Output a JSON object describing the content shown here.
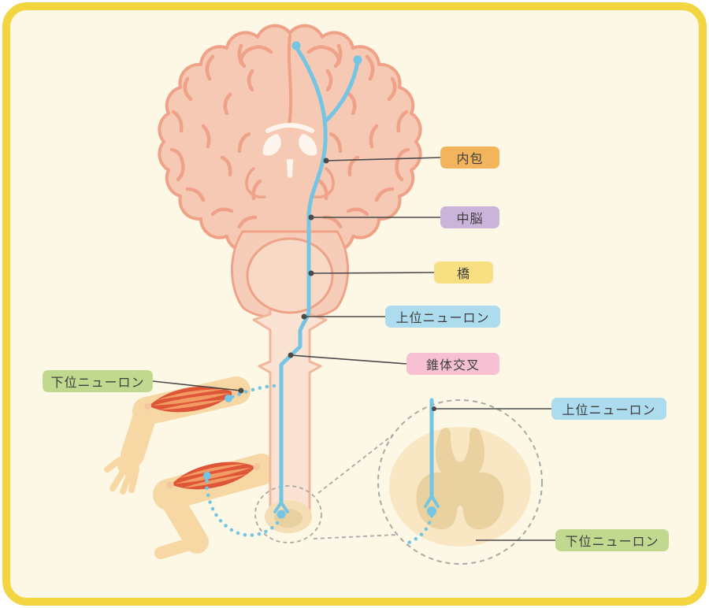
{
  "labels": {
    "internal_capsule": {
      "text": "内包",
      "color": "#F2B45C"
    },
    "midbrain": {
      "text": "中脳",
      "color": "#CBB4D9"
    },
    "pons": {
      "text": "橋",
      "color": "#F8DF82"
    },
    "upper_neuron": {
      "text": "上位ニューロン",
      "color": "#ADDCEF"
    },
    "pyramidal_decussation": {
      "text": "錐体交叉",
      "color": "#F7C0D3"
    },
    "lower_neuron": {
      "text": "下位ニューロン",
      "color": "#C0D98E"
    },
    "inset_upper_neuron": {
      "text": "上位ニューロン",
      "color": "#ADDCEF"
    },
    "inset_lower_neuron": {
      "text": "下位ニューロン",
      "color": "#C0D98E"
    }
  },
  "colors": {
    "panel_background": "#FCF8E5",
    "panel_border": "#F3D441",
    "brain_fill": "#F5C9B3",
    "brain_outline": "#EFA287",
    "spinal_cord_fill": "#FAE3D3",
    "pathway_blue": "#74C5E3",
    "muscle_red": "#DE5537",
    "muscle_stripe": "#F29B63",
    "skin": "#F7D7A4",
    "cross_section_outer": "#F9E7C3",
    "cross_section_gray_matter": "#E9D1A0",
    "leader_line": "#4A4A4A",
    "magnifier_dash": "#A8A8A8"
  }
}
